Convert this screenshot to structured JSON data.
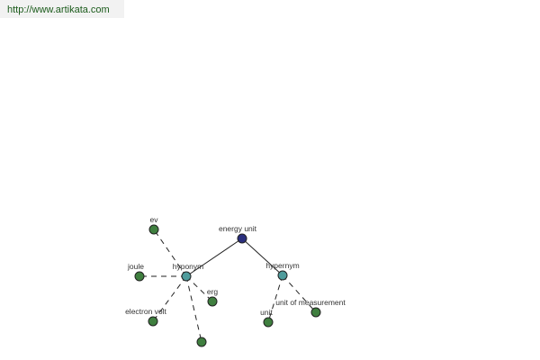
{
  "site_link": "http://www.artikata.com",
  "colors": {
    "root": "#2a2f7e",
    "relation": "#4f9c9c",
    "leaf": "#3f7f3f",
    "stroke": "#222222"
  },
  "nodes": {
    "energy_unit": "energy unit",
    "hyponym": "hyponym",
    "hypernym": "hypernym",
    "ev": "ev",
    "joule": "joule",
    "electron_volt": "electron volt",
    "erg": "erg",
    "unlabeled": "",
    "unit": "unit",
    "unit_of_measurement": "unit of measurement"
  }
}
